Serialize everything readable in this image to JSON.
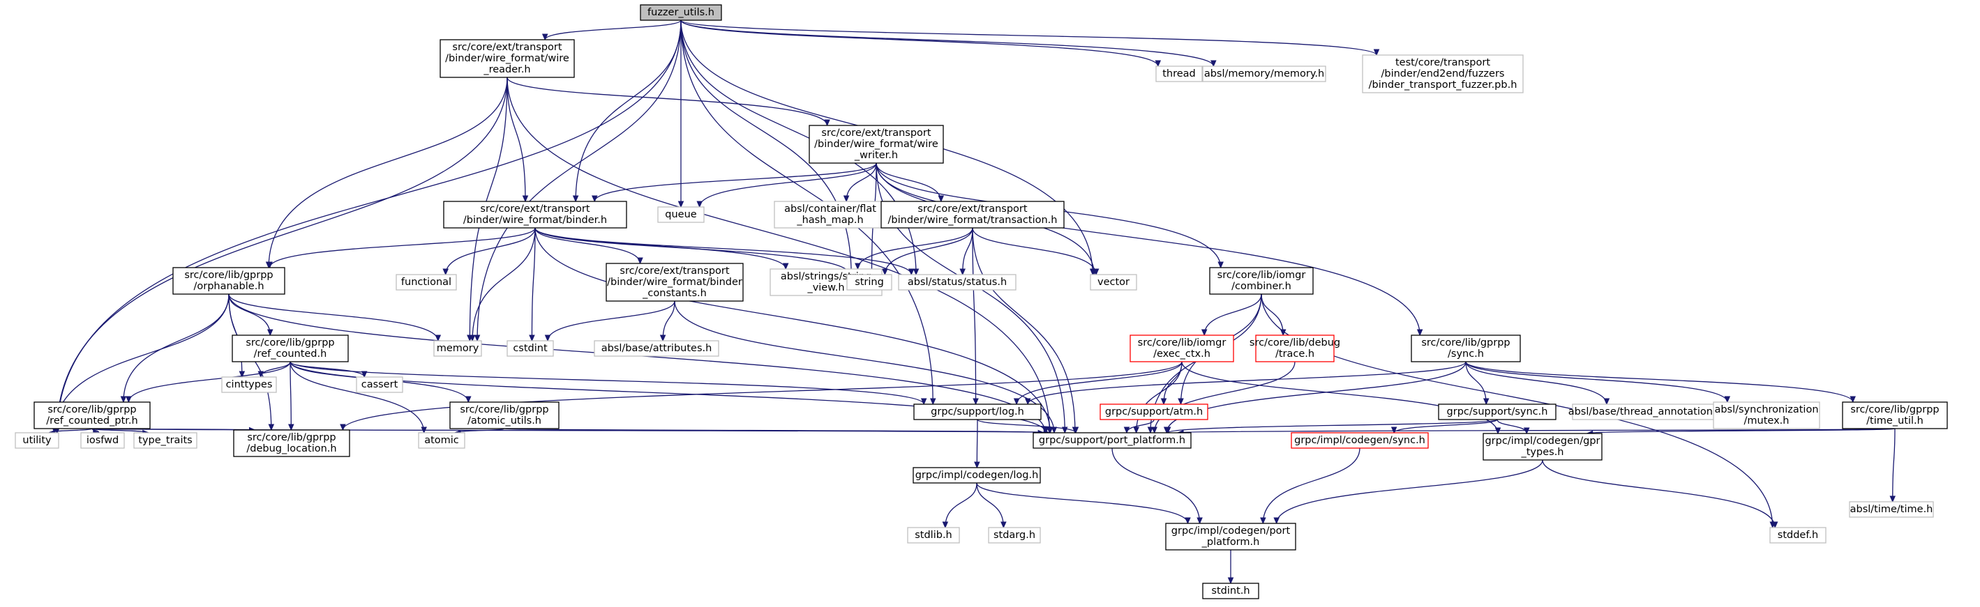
{
  "colors": {
    "edge": "#191970",
    "box_normal": "#000000",
    "box_missing": "#bfbfbf",
    "box_truncated": "#ff0000",
    "root_fill": "#bfbfbf",
    "node_fill": "#ffffff"
  },
  "nodes": [
    {
      "id": "fuzzer_utils",
      "kind": "root",
      "lines": [
        "fuzzer_utils.h"
      ]
    },
    {
      "id": "wire_reader",
      "kind": "normal",
      "lines": [
        "src/core/ext/transport",
        "/binder/wire_format/wire",
        "_reader.h"
      ]
    },
    {
      "id": "thread",
      "kind": "missing",
      "lines": [
        "thread"
      ]
    },
    {
      "id": "absl_memory",
      "kind": "missing",
      "lines": [
        "absl/memory/memory.h"
      ]
    },
    {
      "id": "fuzzer_pb",
      "kind": "missing",
      "lines": [
        "test/core/transport",
        "/binder/end2end/fuzzers",
        "/binder_transport_fuzzer.pb.h"
      ]
    },
    {
      "id": "wire_writer",
      "kind": "normal",
      "lines": [
        "src/core/ext/transport",
        "/binder/wire_format/wire",
        "_writer.h"
      ]
    },
    {
      "id": "binder",
      "kind": "normal",
      "lines": [
        "src/core/ext/transport",
        "/binder/wire_format/binder.h"
      ]
    },
    {
      "id": "queue",
      "kind": "missing",
      "lines": [
        "queue"
      ]
    },
    {
      "id": "flat_hash_map",
      "kind": "missing",
      "lines": [
        "absl/container/flat",
        "_hash_map.h"
      ]
    },
    {
      "id": "transaction",
      "kind": "normal",
      "lines": [
        "src/core/ext/transport",
        "/binder/wire_format/transaction.h"
      ]
    },
    {
      "id": "orphanable",
      "kind": "normal",
      "lines": [
        "src/core/lib/gprpp",
        "/orphanable.h"
      ]
    },
    {
      "id": "functional",
      "kind": "missing",
      "lines": [
        "functional"
      ]
    },
    {
      "id": "binder_constants",
      "kind": "normal",
      "lines": [
        "src/core/ext/transport",
        "/binder/wire_format/binder",
        "_constants.h"
      ]
    },
    {
      "id": "string_view",
      "kind": "missing",
      "lines": [
        "absl/strings/string",
        "_view.h"
      ]
    },
    {
      "id": "string",
      "kind": "missing",
      "lines": [
        "string"
      ]
    },
    {
      "id": "status",
      "kind": "missing",
      "lines": [
        "absl/status/status.h"
      ]
    },
    {
      "id": "vector",
      "kind": "missing",
      "lines": [
        "vector"
      ]
    },
    {
      "id": "combiner",
      "kind": "normal",
      "lines": [
        "src/core/lib/iomgr",
        "/combiner.h"
      ]
    },
    {
      "id": "memory",
      "kind": "missing",
      "lines": [
        "memory"
      ]
    },
    {
      "id": "cstdint",
      "kind": "missing",
      "lines": [
        "cstdint"
      ]
    },
    {
      "id": "attributes",
      "kind": "missing",
      "lines": [
        "absl/base/attributes.h"
      ]
    },
    {
      "id": "exec_ctx",
      "kind": "truncated",
      "lines": [
        "src/core/lib/iomgr",
        "/exec_ctx.h"
      ]
    },
    {
      "id": "trace",
      "kind": "truncated",
      "lines": [
        "src/core/lib/debug",
        "/trace.h"
      ]
    },
    {
      "id": "gprpp_sync",
      "kind": "normal",
      "lines": [
        "src/core/lib/gprpp",
        "/sync.h"
      ]
    },
    {
      "id": "ref_counted",
      "kind": "normal",
      "lines": [
        "src/core/lib/gprpp",
        "/ref_counted.h"
      ]
    },
    {
      "id": "cinttypes",
      "kind": "missing",
      "lines": [
        "cinttypes"
      ]
    },
    {
      "id": "cassert",
      "kind": "missing",
      "lines": [
        "cassert"
      ]
    },
    {
      "id": "atomic_utils",
      "kind": "normal",
      "lines": [
        "src/core/lib/gprpp",
        "/atomic_utils.h"
      ]
    },
    {
      "id": "log",
      "kind": "normal",
      "lines": [
        "grpc/support/log.h"
      ]
    },
    {
      "id": "atm",
      "kind": "truncated",
      "lines": [
        "grpc/support/atm.h"
      ]
    },
    {
      "id": "support_sync",
      "kind": "normal",
      "lines": [
        "grpc/support/sync.h"
      ]
    },
    {
      "id": "thread_annotations",
      "kind": "missing",
      "lines": [
        "absl/base/thread_annotations.h"
      ]
    },
    {
      "id": "absl_mutex",
      "kind": "missing",
      "lines": [
        "absl/synchronization",
        "/mutex.h"
      ]
    },
    {
      "id": "time_util",
      "kind": "normal",
      "lines": [
        "src/core/lib/gprpp",
        "/time_util.h"
      ]
    },
    {
      "id": "ref_counted_ptr",
      "kind": "normal",
      "lines": [
        "src/core/lib/gprpp",
        "/ref_counted_ptr.h"
      ]
    },
    {
      "id": "utility",
      "kind": "missing",
      "lines": [
        "utility"
      ]
    },
    {
      "id": "iosfwd",
      "kind": "missing",
      "lines": [
        "iosfwd"
      ]
    },
    {
      "id": "type_traits",
      "kind": "missing",
      "lines": [
        "type_traits"
      ]
    },
    {
      "id": "debug_location",
      "kind": "normal",
      "lines": [
        "src/core/lib/gprpp",
        "/debug_location.h"
      ]
    },
    {
      "id": "atomic",
      "kind": "missing",
      "lines": [
        "atomic"
      ]
    },
    {
      "id": "port_platform",
      "kind": "normal",
      "lines": [
        "grpc/support/port_platform.h"
      ]
    },
    {
      "id": "codegen_sync",
      "kind": "truncated",
      "lines": [
        "grpc/impl/codegen/sync.h"
      ]
    },
    {
      "id": "gpr_types",
      "kind": "normal",
      "lines": [
        "grpc/impl/codegen/gpr",
        "_types.h"
      ]
    },
    {
      "id": "absl_time",
      "kind": "missing",
      "lines": [
        "absl/time/time.h"
      ]
    },
    {
      "id": "codegen_log",
      "kind": "normal",
      "lines": [
        "grpc/impl/codegen/log.h"
      ]
    },
    {
      "id": "stdlib",
      "kind": "missing",
      "lines": [
        "stdlib.h"
      ]
    },
    {
      "id": "stdarg",
      "kind": "missing",
      "lines": [
        "stdarg.h"
      ]
    },
    {
      "id": "codegen_port_platform",
      "kind": "normal",
      "lines": [
        "grpc/impl/codegen/port",
        "_platform.h"
      ]
    },
    {
      "id": "stddef",
      "kind": "missing",
      "lines": [
        "stddef.h"
      ]
    },
    {
      "id": "stdint",
      "kind": "normal",
      "lines": [
        "stdint.h"
      ]
    }
  ],
  "edges": [
    [
      "fuzzer_utils",
      "wire_reader"
    ],
    [
      "fuzzer_utils",
      "thread"
    ],
    [
      "fuzzer_utils",
      "absl_memory"
    ],
    [
      "fuzzer_utils",
      "fuzzer_pb"
    ],
    [
      "fuzzer_utils",
      "binder"
    ],
    [
      "fuzzer_utils",
      "queue"
    ],
    [
      "fuzzer_utils",
      "string"
    ],
    [
      "fuzzer_utils",
      "status"
    ],
    [
      "fuzzer_utils",
      "vector"
    ],
    [
      "fuzzer_utils",
      "memory"
    ],
    [
      "fuzzer_utils",
      "log"
    ],
    [
      "fuzzer_utils",
      "utility"
    ],
    [
      "wire_reader",
      "wire_writer"
    ],
    [
      "wire_reader",
      "binder"
    ],
    [
      "wire_reader",
      "orphanable"
    ],
    [
      "wire_reader",
      "memory"
    ],
    [
      "wire_reader",
      "utility"
    ],
    [
      "wire_reader",
      "port_platform"
    ],
    [
      "wire_writer",
      "binder"
    ],
    [
      "wire_writer",
      "queue"
    ],
    [
      "wire_writer",
      "flat_hash_map"
    ],
    [
      "wire_writer",
      "transaction"
    ],
    [
      "wire_writer",
      "string"
    ],
    [
      "wire_writer",
      "vector"
    ],
    [
      "wire_writer",
      "combiner"
    ],
    [
      "wire_writer",
      "gprpp_sync"
    ],
    [
      "wire_writer",
      "port_platform"
    ],
    [
      "binder",
      "orphanable"
    ],
    [
      "binder",
      "functional"
    ],
    [
      "binder",
      "binder_constants"
    ],
    [
      "binder",
      "string_view"
    ],
    [
      "binder",
      "string"
    ],
    [
      "binder",
      "status"
    ],
    [
      "binder",
      "memory"
    ],
    [
      "binder",
      "cstdint"
    ],
    [
      "binder",
      "port_platform"
    ],
    [
      "transaction",
      "string_view"
    ],
    [
      "transaction",
      "string"
    ],
    [
      "transaction",
      "status"
    ],
    [
      "transaction",
      "vector"
    ],
    [
      "transaction",
      "log"
    ],
    [
      "transaction",
      "port_platform"
    ],
    [
      "binder_constants",
      "cstdint"
    ],
    [
      "binder_constants",
      "attributes"
    ],
    [
      "binder_constants",
      "port_platform"
    ],
    [
      "orphanable",
      "memory"
    ],
    [
      "orphanable",
      "ref_counted"
    ],
    [
      "orphanable",
      "cinttypes"
    ],
    [
      "orphanable",
      "ref_counted_ptr"
    ],
    [
      "orphanable",
      "debug_location"
    ],
    [
      "orphanable",
      "utility"
    ],
    [
      "orphanable",
      "port_platform"
    ],
    [
      "combiner",
      "exec_ctx"
    ],
    [
      "combiner",
      "trace"
    ],
    [
      "combiner",
      "atm"
    ],
    [
      "combiner",
      "port_platform"
    ],
    [
      "combiner",
      "stddef"
    ],
    [
      "exec_ctx",
      "log"
    ],
    [
      "exec_ctx",
      "atm"
    ],
    [
      "exec_ctx",
      "gpr_types"
    ],
    [
      "exec_ctx",
      "port_platform"
    ],
    [
      "exec_ctx",
      "debug_location"
    ],
    [
      "trace",
      "port_platform"
    ],
    [
      "gprpp_sync",
      "log"
    ],
    [
      "gprpp_sync",
      "support_sync"
    ],
    [
      "gprpp_sync",
      "thread_annotations"
    ],
    [
      "gprpp_sync",
      "absl_mutex"
    ],
    [
      "gprpp_sync",
      "time_util"
    ],
    [
      "gprpp_sync",
      "port_platform"
    ],
    [
      "ref_counted",
      "cinttypes"
    ],
    [
      "ref_counted",
      "cassert"
    ],
    [
      "ref_counted",
      "atomic_utils"
    ],
    [
      "ref_counted",
      "atomic"
    ],
    [
      "ref_counted",
      "debug_location"
    ],
    [
      "ref_counted",
      "ref_counted_ptr"
    ],
    [
      "ref_counted",
      "log"
    ],
    [
      "ref_counted",
      "port_platform"
    ],
    [
      "atomic_utils",
      "atomic"
    ],
    [
      "atomic_utils",
      "port_platform"
    ],
    [
      "ref_counted_ptr",
      "utility"
    ],
    [
      "ref_counted_ptr",
      "iosfwd"
    ],
    [
      "ref_counted_ptr",
      "type_traits"
    ],
    [
      "ref_counted_ptr",
      "debug_location"
    ],
    [
      "ref_counted_ptr",
      "port_platform"
    ],
    [
      "log",
      "codegen_log"
    ],
    [
      "log",
      "port_platform"
    ],
    [
      "atm",
      "port_platform"
    ],
    [
      "support_sync",
      "port_platform"
    ],
    [
      "support_sync",
      "codegen_sync"
    ],
    [
      "support_sync",
      "gpr_types"
    ],
    [
      "time_util",
      "port_platform"
    ],
    [
      "time_util",
      "gpr_types"
    ],
    [
      "time_util",
      "absl_time"
    ],
    [
      "port_platform",
      "codegen_port_platform"
    ],
    [
      "codegen_sync",
      "codegen_port_platform"
    ],
    [
      "gpr_types",
      "codegen_port_platform"
    ],
    [
      "gpr_types",
      "stddef"
    ],
    [
      "codegen_log",
      "stdlib"
    ],
    [
      "codegen_log",
      "stdarg"
    ],
    [
      "codegen_log",
      "codegen_port_platform"
    ],
    [
      "codegen_port_platform",
      "stdint"
    ]
  ]
}
